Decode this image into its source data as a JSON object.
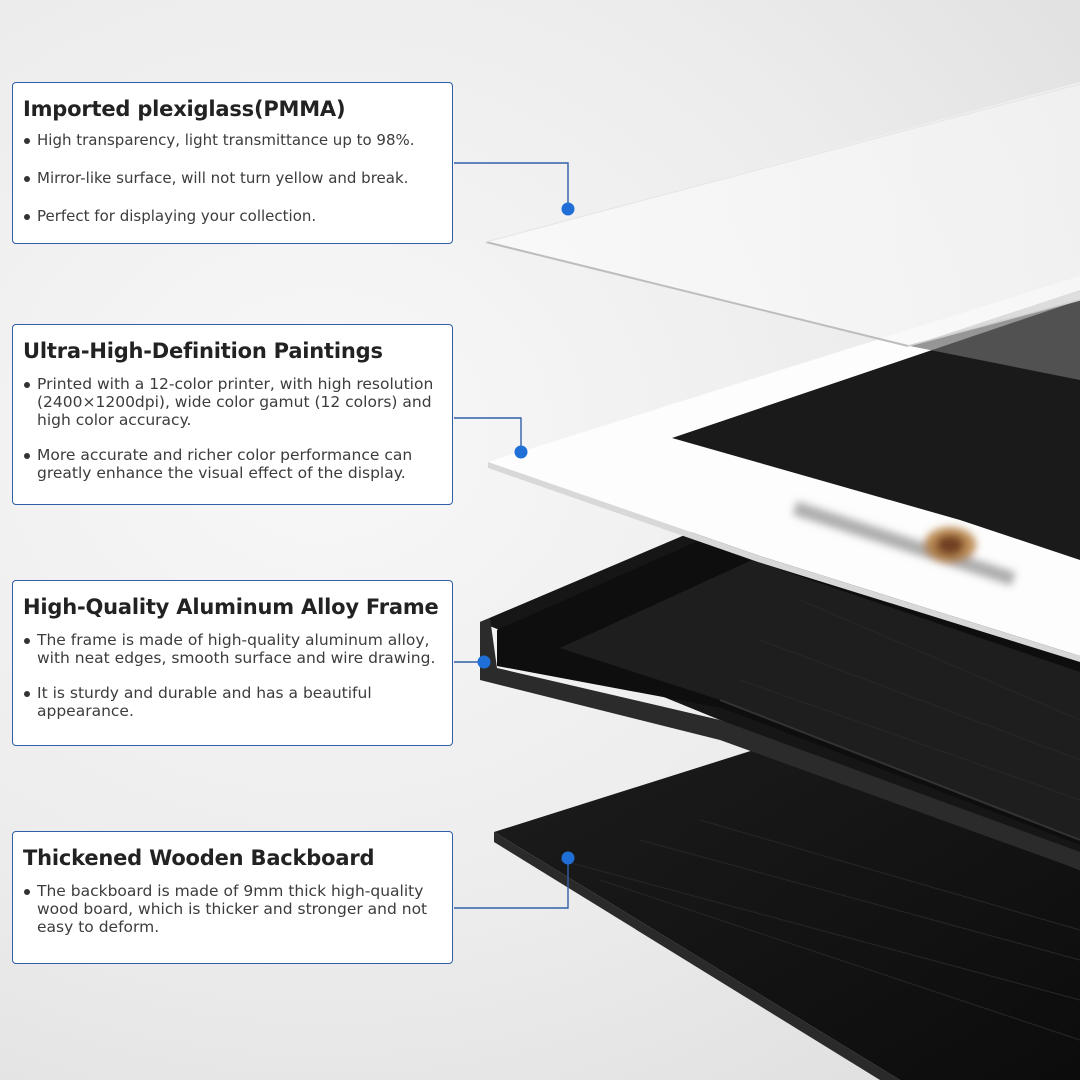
{
  "colors": {
    "card_border": "#2f5fa8",
    "callout_dot": "#1f6fd6",
    "board_black": "#141414"
  },
  "cards": [
    {
      "title": "Imported plexiglass(PMMA)",
      "bullets": [
        "High transparency, light transmittance up to 98%.",
        "Mirror-like surface, will not turn yellow and break.",
        "Perfect for displaying your collection."
      ]
    },
    {
      "title": "Ultra-High-Definition Paintings",
      "bullets": [
        "Printed with a 12-color printer, with high resolution (2400×1200dpi), wide color gamut (12 colors) and high color accuracy.",
        "More accurate and richer color performance can greatly enhance the visual effect of the display."
      ]
    },
    {
      "title": "High-Quality Aluminum Alloy Frame",
      "bullets": [
        "The frame is made of high-quality aluminum alloy, with neat edges, smooth surface and wire drawing.",
        "It is sturdy and durable and has a beautiful appearance."
      ]
    },
    {
      "title": "Thickened Wooden Backboard",
      "bullets": [
        "The backboard is made of 9mm thick high-quality wood board, which is thicker and stronger and not easy to deform."
      ]
    }
  ]
}
